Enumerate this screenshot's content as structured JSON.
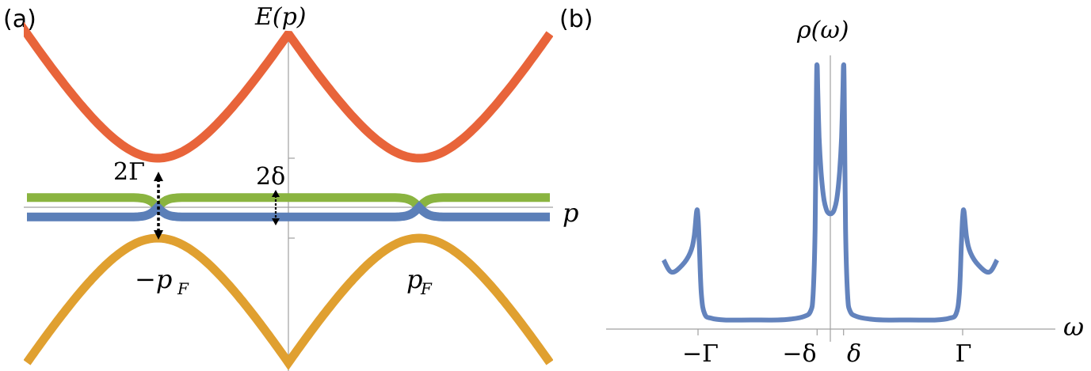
{
  "panels": {
    "a": {
      "label": "(a)",
      "y_label": "E(p)",
      "x_label": "p",
      "annotations": {
        "two_gamma": "2Γ",
        "two_delta": "2δ",
        "minus_pF": "−p",
        "pF": "p",
        "subscript_F": "F"
      }
    },
    "b": {
      "label": "(b)",
      "y_label": "ρ(ω)",
      "x_label": "ω",
      "ticks": [
        "−Γ",
        "−δ",
        "δ",
        "Γ"
      ]
    }
  },
  "colors": {
    "red_band": "#e8643a",
    "yellow_band": "#e0a030",
    "green_band": "#8ab440",
    "blue_band": "#5b7fb8",
    "dos": "#6383bd",
    "axis": "#a0a0a0"
  },
  "chart_data": [
    {
      "type": "line",
      "title": "(a)",
      "xlabel": "p",
      "ylabel": "E(p)",
      "params": {
        "p_F": 1.0,
        "Gamma": 1.0,
        "delta": 0.14
      },
      "xlim": [
        -2.0,
        2.0
      ],
      "ylim": [
        -2.2,
        2.4
      ],
      "series": [
        {
          "color": "red",
          "x": [
            -2.0,
            -1.75,
            -1.5,
            -1.25,
            -1.0,
            -0.75,
            -0.5,
            -0.25,
            0.0,
            0.25,
            0.5,
            0.75,
            1.0,
            1.25,
            1.5,
            1.75,
            2.0
          ],
          "y": [
            2.31,
            2.0,
            1.6,
            1.2,
            1.0,
            1.2,
            1.6,
            2.0,
            2.31,
            2.0,
            1.6,
            1.2,
            1.0,
            1.2,
            1.6,
            2.0,
            2.31
          ]
        },
        {
          "color": "yellow",
          "x": [
            -2.0,
            -1.75,
            -1.5,
            -1.25,
            -1.0,
            -0.75,
            -0.5,
            -0.25,
            0.0,
            0.25,
            0.5,
            0.75,
            1.0,
            1.25,
            1.5,
            1.75,
            2.0
          ],
          "y": [
            -2.31,
            -2.0,
            -1.6,
            -1.2,
            -1.0,
            -1.2,
            -1.6,
            -2.0,
            -2.31,
            -2.0,
            -1.6,
            -1.2,
            -1.0,
            -1.2,
            -1.6,
            -2.0,
            -2.31
          ]
        },
        {
          "color": "green",
          "x": [
            -2.0,
            -1.5,
            -1.2,
            -1.1,
            -1.0,
            -0.9,
            -0.8,
            -0.5,
            0.0,
            0.5,
            0.8,
            0.9,
            1.0,
            1.1,
            1.2,
            1.5,
            2.0
          ],
          "y": [
            0.14,
            0.14,
            0.13,
            0.11,
            0.0,
            0.11,
            0.13,
            0.14,
            0.14,
            0.14,
            0.13,
            0.11,
            0.0,
            0.11,
            0.13,
            0.14,
            0.14
          ]
        },
        {
          "color": "blue",
          "x": [
            -2.0,
            -1.5,
            -1.2,
            -1.1,
            -1.0,
            -0.9,
            -0.8,
            -0.5,
            0.0,
            0.5,
            0.8,
            0.9,
            1.0,
            1.1,
            1.2,
            1.5,
            2.0
          ],
          "y": [
            -0.14,
            -0.14,
            -0.13,
            -0.11,
            0.0,
            -0.11,
            -0.13,
            -0.14,
            -0.14,
            -0.14,
            -0.13,
            -0.11,
            0.0,
            -0.11,
            -0.13,
            -0.14,
            -0.14
          ]
        }
      ]
    },
    {
      "type": "line",
      "title": "(b)",
      "xlabel": "ω",
      "ylabel": "ρ(ω)",
      "xlim": [
        -1.26,
        1.26
      ],
      "ylim": [
        0,
        3.5
      ],
      "x_ticks": [
        -1.0,
        -0.1,
        0.1,
        1.0
      ],
      "x_tick_labels": [
        "−Γ",
        "−δ",
        "δ",
        "Γ"
      ],
      "series": [
        {
          "x": [
            -1.26,
            -1.2,
            -1.12,
            -1.06,
            -1.03,
            -1.01,
            -1.0,
            -0.99,
            -0.975,
            -0.95,
            -0.9,
            -0.8,
            -0.6,
            -0.4,
            -0.3,
            -0.2,
            -0.15,
            -0.13,
            -0.115,
            -0.105,
            -0.1,
            -0.095,
            -0.085,
            -0.07,
            -0.05,
            -0.03,
            -0.015,
            0.0,
            0.015,
            0.03,
            0.05,
            0.07,
            0.085,
            0.095,
            0.1,
            0.105,
            0.115,
            0.13,
            0.15,
            0.2,
            0.3,
            0.4,
            0.6,
            0.8,
            0.9,
            0.95,
            0.975,
            0.99,
            1.0,
            1.01,
            1.03,
            1.06,
            1.12,
            1.2,
            1.26
          ],
          "y": [
            0.74,
            0.6,
            0.68,
            0.82,
            1.0,
            1.3,
            1.23,
            0.9,
            0.35,
            0.12,
            0.07,
            0.05,
            0.05,
            0.05,
            0.06,
            0.09,
            0.15,
            0.35,
            1.1,
            2.7,
            2.98,
            2.7,
            2.15,
            1.75,
            1.45,
            1.32,
            1.28,
            1.27,
            1.28,
            1.32,
            1.45,
            1.75,
            2.15,
            2.7,
            2.98,
            2.7,
            1.1,
            0.35,
            0.15,
            0.09,
            0.06,
            0.05,
            0.05,
            0.05,
            0.07,
            0.12,
            0.35,
            0.9,
            1.23,
            1.3,
            1.0,
            0.82,
            0.68,
            0.6,
            0.74
          ]
        }
      ]
    }
  ]
}
